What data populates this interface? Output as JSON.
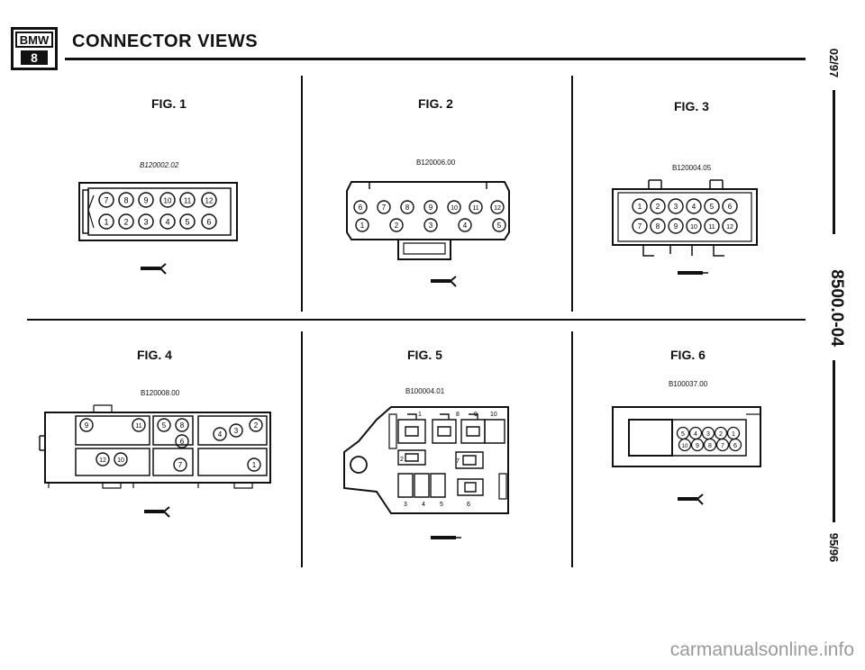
{
  "header": {
    "logo_top": "BMW",
    "logo_bottom": "8",
    "title": "CONNECTOR VIEWS"
  },
  "side": {
    "date_top": "02/97",
    "section": "8500.0-04",
    "year": "95/96"
  },
  "figures": [
    {
      "label": "FIG. 1",
      "part": "B120002.02",
      "pins": [
        "7",
        "8",
        "9",
        "10",
        "11",
        "12",
        "1",
        "2",
        "3",
        "4",
        "5",
        "6"
      ]
    },
    {
      "label": "FIG. 2",
      "part": "B120006.00",
      "pins": [
        "6",
        "7",
        "8",
        "9",
        "10",
        "11",
        "12",
        "1",
        "2",
        "3",
        "4",
        "5"
      ]
    },
    {
      "label": "FIG. 3",
      "part": "B120004.05",
      "pins": [
        "1",
        "2",
        "3",
        "4",
        "5",
        "6",
        "7",
        "8",
        "9",
        "10",
        "11",
        "12"
      ]
    },
    {
      "label": "FIG. 4",
      "part": "B120008.00",
      "pins": [
        "9",
        "11",
        "5",
        "8",
        "6",
        "4",
        "3",
        "2",
        "12",
        "10",
        "7",
        "1"
      ]
    },
    {
      "label": "FIG. 5",
      "part": "B100004.01",
      "pins": [
        "1",
        "8",
        "9",
        "10",
        "2",
        "7",
        "3",
        "4",
        "5",
        "6"
      ]
    },
    {
      "label": "FIG. 6",
      "part": "B100037.00",
      "pins": [
        "5",
        "4",
        "3",
        "2",
        "1",
        "10",
        "9",
        "8",
        "7",
        "6"
      ]
    }
  ],
  "watermark": "carmanualsonline.info"
}
